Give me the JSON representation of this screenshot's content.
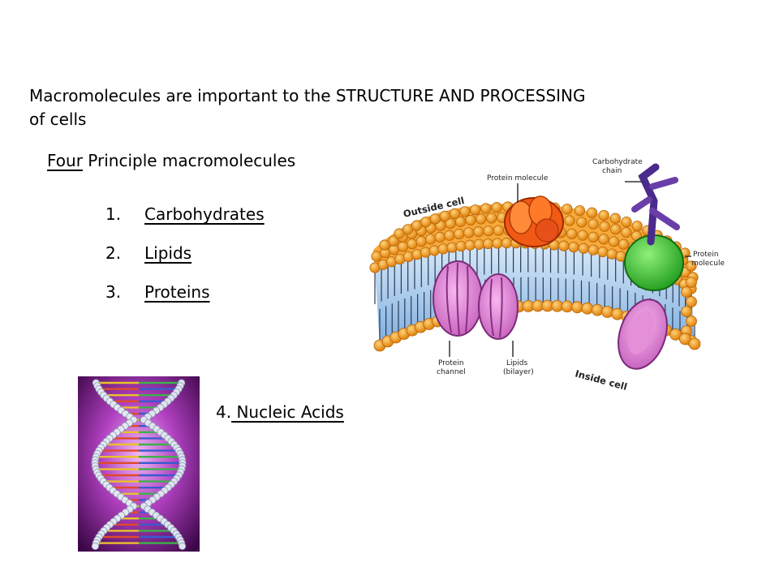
{
  "heading": {
    "line1": "Macromolecules are important to the STRUCTURE AND PROCESSING",
    "line2": "of cells"
  },
  "subheading": {
    "underlined": "Four",
    "rest": " Principle macromolecules"
  },
  "macromolecules": [
    {
      "number": "1.",
      "label": "Carbohydrates"
    },
    {
      "number": "2.",
      "label": "Lipids"
    },
    {
      "number": "3.",
      "label": "Proteins"
    },
    {
      "number": "4.",
      "label": " Nucleic Acids"
    }
  ],
  "membrane_diagram": {
    "outside": "Outside cell",
    "inside": "Inside cell",
    "protein_molecule_top": "Protein molecule",
    "carbohydrate": [
      "Carbohydrate",
      "chain"
    ],
    "protein_molecule_right": [
      "Protein",
      "molecule"
    ],
    "protein_channel": [
      "Protein",
      "channel"
    ],
    "lipids": [
      "Lipids",
      "(bilayer)"
    ]
  },
  "colors": {
    "background": "#ffffff",
    "lipid_head": "#f49a1e",
    "tail_zone": "#9fc4ea",
    "channel_protein": "#d971c8",
    "top_protein": "#f05a14",
    "side_protein": "#2ec02a",
    "carbohydrate_chain": "#6a3ea8",
    "dna_background": "#8e1b9a"
  }
}
